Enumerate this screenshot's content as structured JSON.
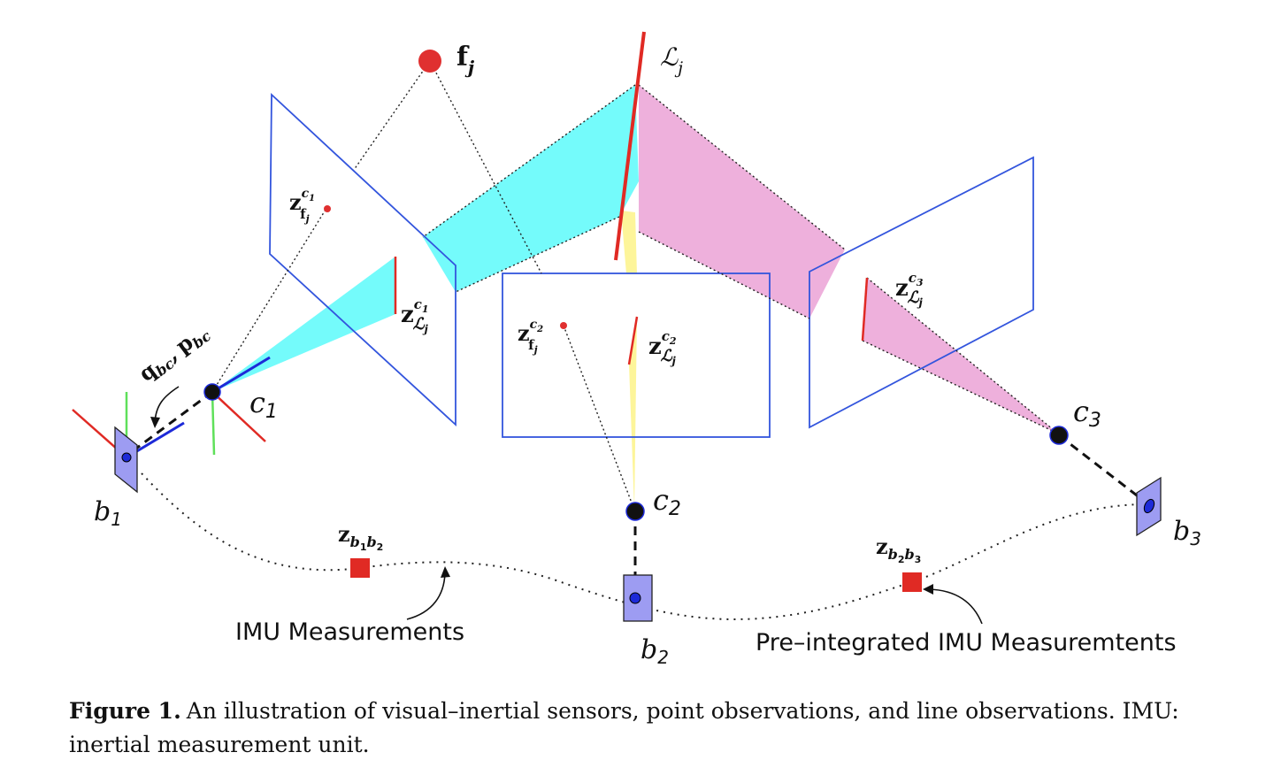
{
  "labels": {
    "fj": "f",
    "fj_sub": "j",
    "Lj": "ℒ",
    "Lj_sub": "j",
    "z": "z",
    "zf_sub": "f",
    "zf_subsub": "j",
    "zL_sub": "ℒ",
    "zL_subsub": "j",
    "c": "c",
    "b": "b",
    "idx1": "1",
    "idx2": "2",
    "idx3": "3",
    "qbc_q": "q",
    "qbc_sub": "bc",
    "qbc_comma": ",",
    "qbc_p": "p",
    "pbc_sub": "bc",
    "zb1b2_sub": "b",
    "zb1b2_i1": "1",
    "zb1b2_b": "b",
    "zb1b2_i2": "2",
    "zb2b3_i1": "2",
    "zb2b3_i2": "3",
    "imu": "IMU Measurements",
    "preint": "Pre–integrated IMU Measuremtents"
  },
  "caption": {
    "label": "Figure 1.",
    "text": "An illustration of visual–inertial sensors, point observations, and line observations. IMU: inertial measurement unit."
  },
  "colors": {
    "plane_edge": "#3355dd",
    "cyan": "#74fbfb",
    "pink": "#eeb0dc",
    "yellow": "#fdf59a",
    "line_red": "#e02a24",
    "imu_box": "#9d9cf2",
    "point_red": "#e03030",
    "green": "#5fe05a",
    "blue_axis": "#1d2ad8"
  }
}
